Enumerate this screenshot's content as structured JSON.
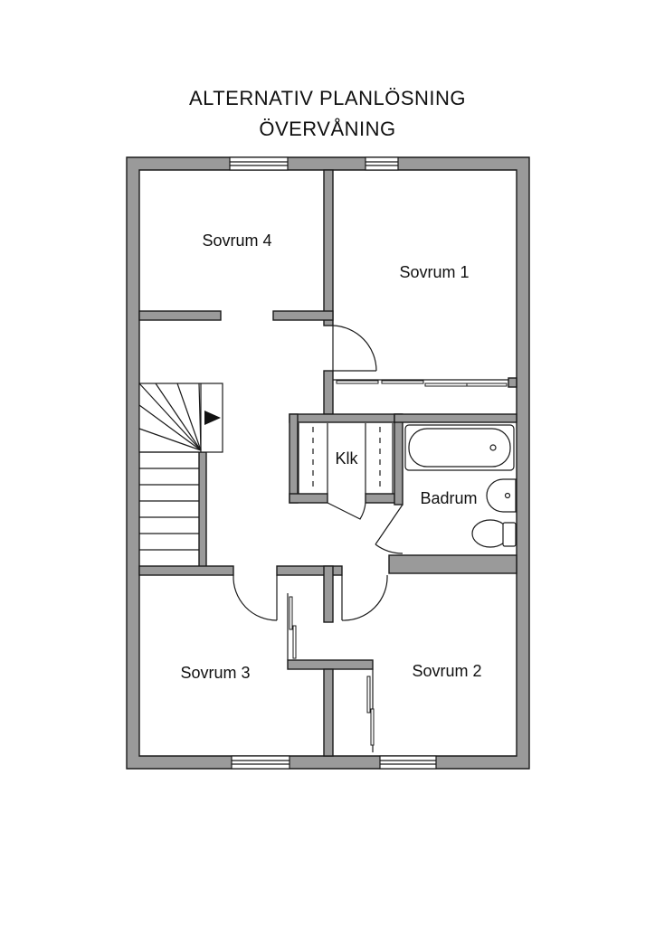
{
  "title": {
    "line1": "ALTERNATIV PLANLÖSNING",
    "line2": "ÖVERVÅNING"
  },
  "rooms": {
    "sovrum4": "Sovrum 4",
    "sovrum1": "Sovrum 1",
    "klk": "Klk",
    "badrum": "Badrum",
    "sovrum3": "Sovrum 3",
    "sovrum2": "Sovrum 2"
  }
}
